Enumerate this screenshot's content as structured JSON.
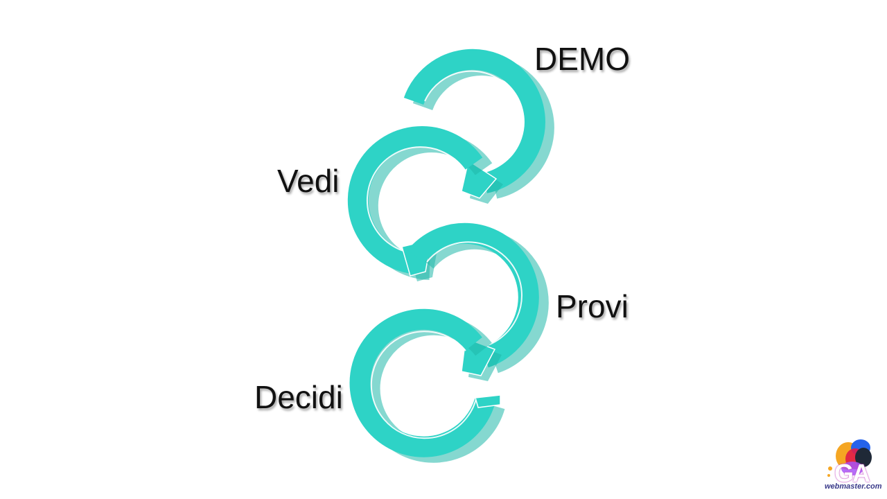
{
  "diagram": {
    "steps": [
      {
        "label": "DEMO"
      },
      {
        "label": "Vedi"
      },
      {
        "label": "Provi"
      },
      {
        "label": "Decidi"
      }
    ],
    "arrow_color": "#2ed3c6",
    "arrow_shadow_color": "#20b8aa"
  },
  "logo": {
    "monogram": "GA",
    "wordmark": "webmaster.com",
    "colors": [
      "#f5a623",
      "#2563eb",
      "#e11d48",
      "#a855f7",
      "#1f2937"
    ]
  }
}
